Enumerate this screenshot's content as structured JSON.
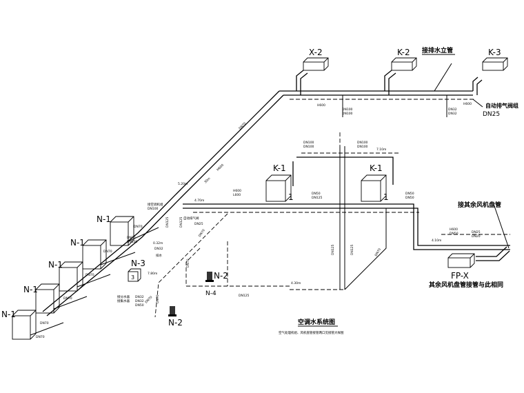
{
  "units": {
    "x2": "X-2",
    "k2": "K-2",
    "k3": "K-3",
    "k1": "K-1",
    "n1": "N-1",
    "n2": "N-2",
    "n3": "N-3",
    "n4": "N-4",
    "fpx": "FP-X",
    "one": "1",
    "three": "3"
  },
  "notes": {
    "drain_riser": "接排水立管",
    "air_vent_group": "自动排气阀组",
    "dn25_big": "DN25",
    "other_coil_connect": "接其余风机盘管",
    "other_coil_same": "其余风机盘管接管与此相同",
    "title": "空调水系统图",
    "subtitle": "空气处理机组、风机盘管接管两口见接管大样图"
  },
  "pipe_labels": {
    "dn100": "DN100",
    "dn125": "DN125",
    "dn70": "DN70",
    "dn50": "DN50",
    "dn40": "DN40",
    "dn32": "DN32",
    "dn25": "DN25",
    "dn20": "DN20",
    "h600": "H600",
    "l600": "L600",
    "elev_710": "7.10m",
    "elev_470": "4.70m",
    "elev_410": "4.10m",
    "elev_520": "5.20m",
    "elev_032": "0.32m",
    "elev_780": "7.80m",
    "elev_430": "4.30m",
    "elev_30": "30m",
    "a1": "接分水器",
    "a2": "接集水器",
    "a3": "接排水",
    "a4": "排水",
    "a5": "接空调机组",
    "a6": "自动排气阀",
    "a7": "接冷水主管",
    "a8": "接冷冻水"
  }
}
